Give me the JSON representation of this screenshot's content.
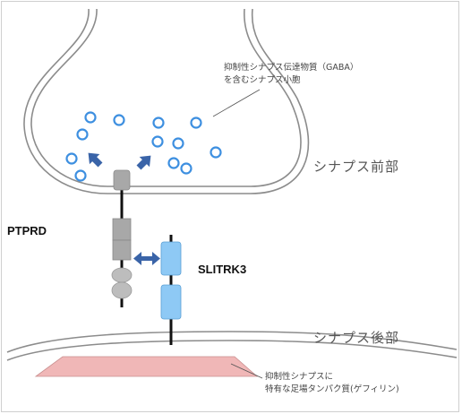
{
  "labels": {
    "vesicle_note_line1": "抑制性シナプス伝達物質（GABA）",
    "vesicle_note_line2": "を含むシナプス小胞",
    "presynaptic": "シナプス前部",
    "postsynaptic": "シナプス後部",
    "ptprd": "PTPRD",
    "slitrk3": "SLITRK3",
    "scaffold_note_line1": "抑制性シナプスに",
    "scaffold_note_line2": "特有な足場タンパク質(ゲフィリン)"
  },
  "colors": {
    "membrane": "#8c8c8c",
    "vesicle": "#3d8fe0",
    "arrow": "#3a64a8",
    "ptprd": "#a8a8a8",
    "slitrk3": "#8ec9f5",
    "scaffold": "#f0b7b7"
  }
}
